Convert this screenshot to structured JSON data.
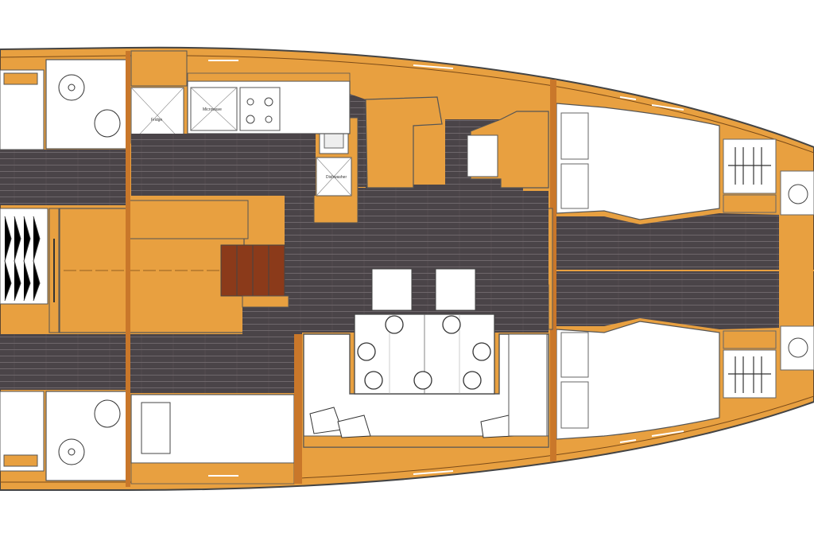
{
  "labels": {
    "fridge": "Fridge",
    "microwave": "Microwave",
    "dishwasher": "Dishwasher"
  },
  "colors": {
    "wood": "#e8a040",
    "wood_dark": "#c9772a",
    "wood_edge": "#b86a22",
    "floor": "#4a4448",
    "floor_line": "#6b6468",
    "stair": "#8b3a1a",
    "white": "#ffffff",
    "outline": "#555555"
  }
}
